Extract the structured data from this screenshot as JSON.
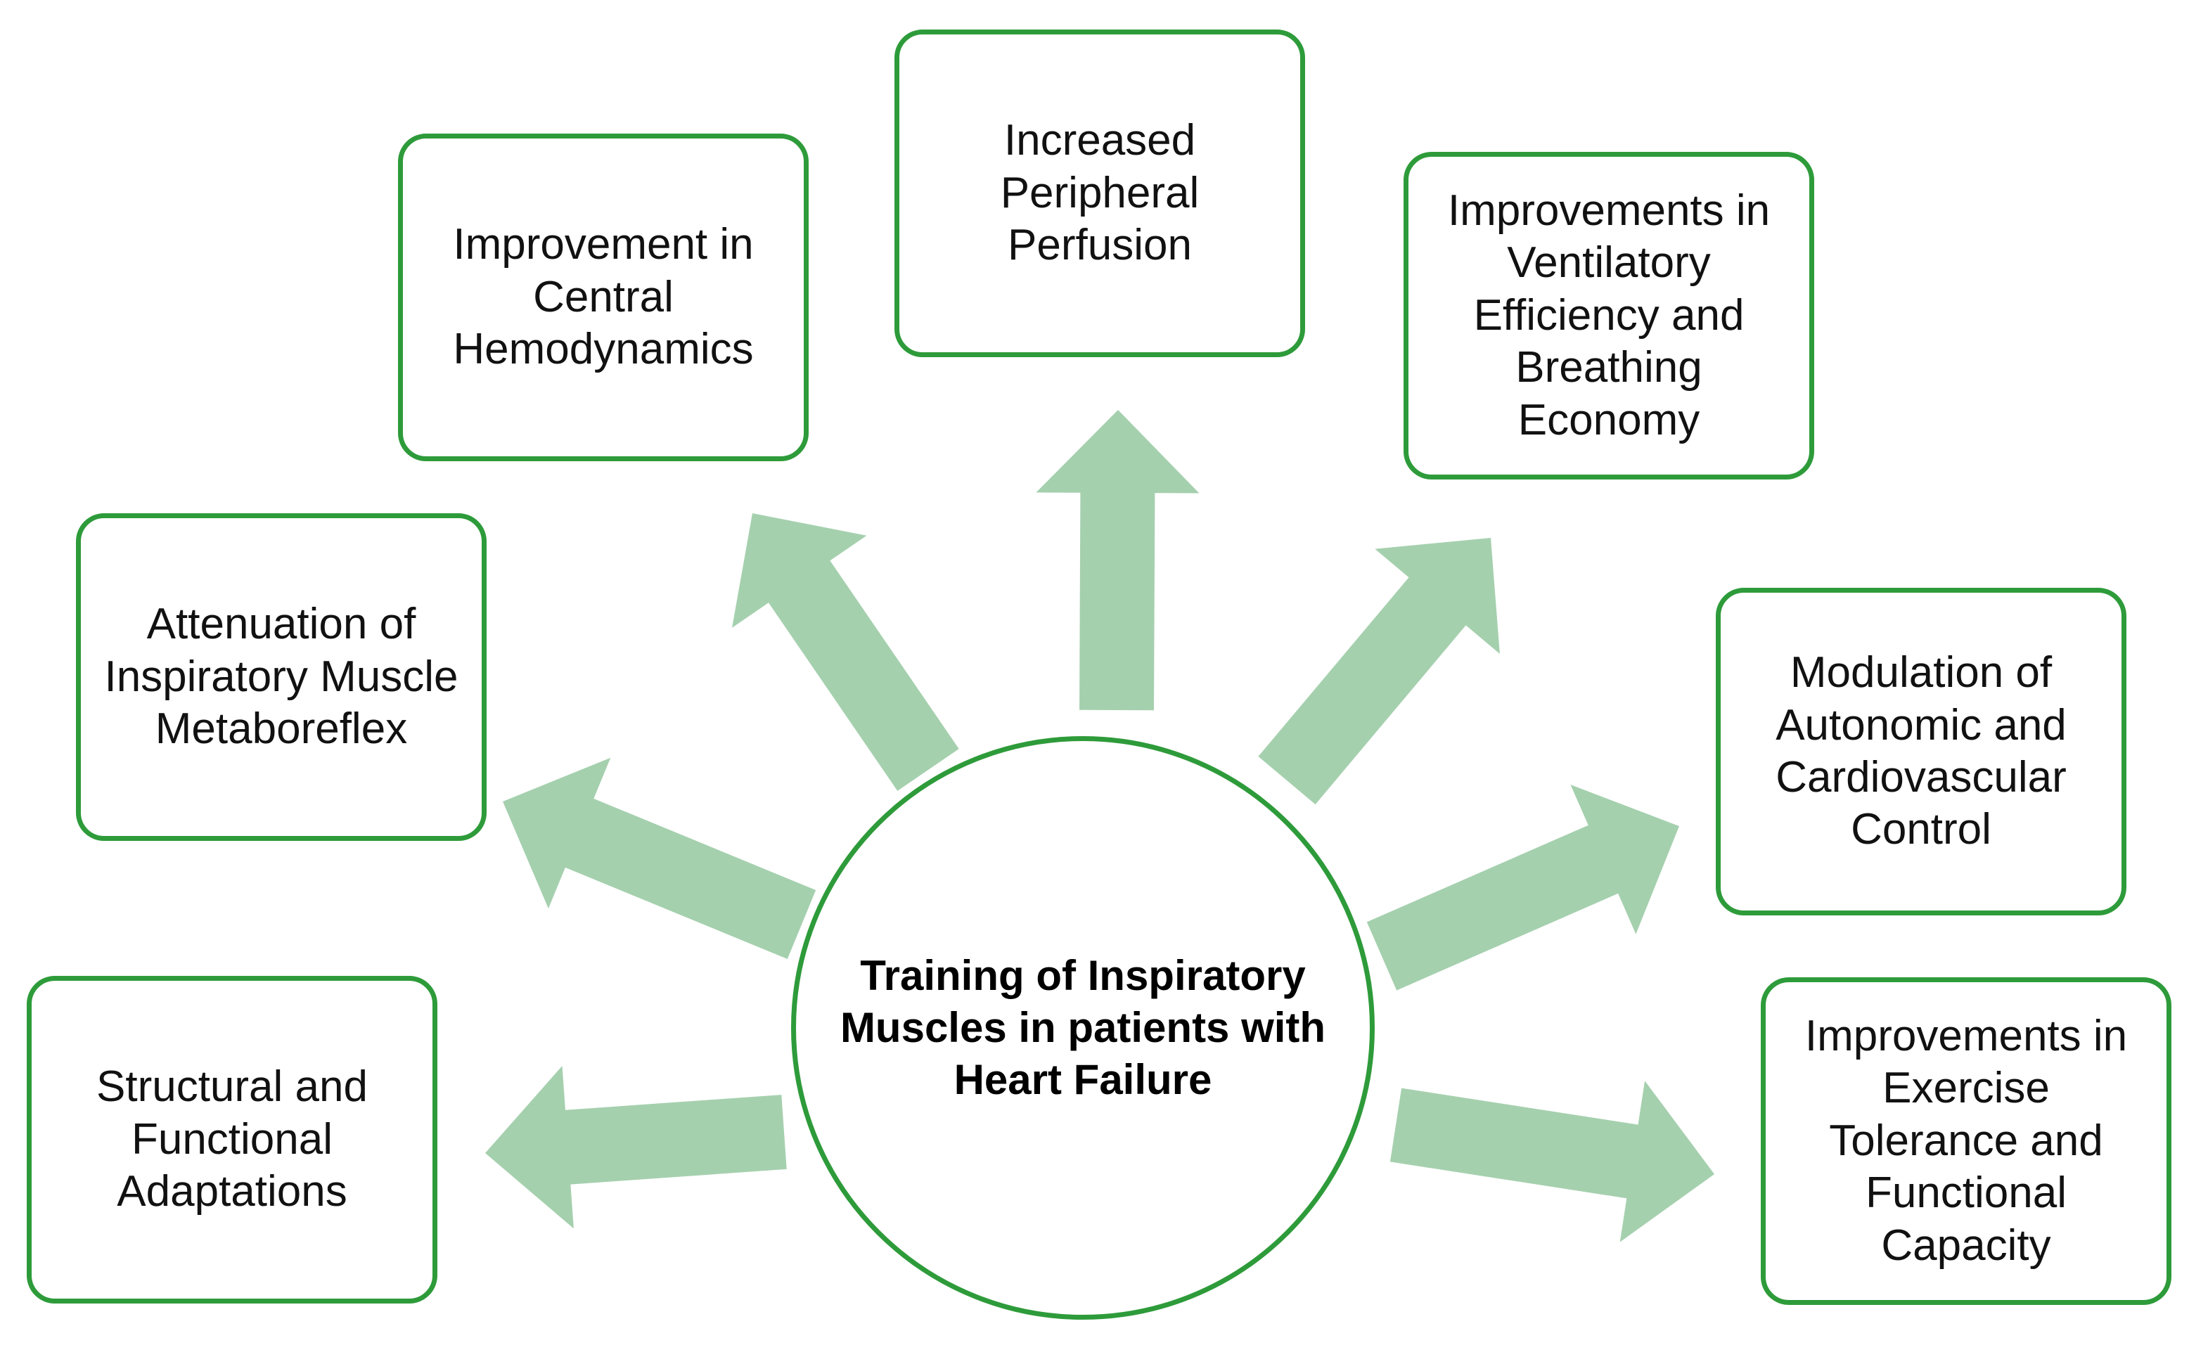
{
  "colors": {
    "border": "#2e9b3a",
    "arrow": "#a5d0ae",
    "text": "#111111",
    "background": "#ffffff"
  },
  "center": {
    "label": "Training of Inspiratory Muscles in patients with Heart Failure"
  },
  "nodes": [
    {
      "id": "structural-adaptations",
      "label": "Structural and Functional Adaptations"
    },
    {
      "id": "metaboreflex-attenuation",
      "label": "Attenuation of Inspiratory Muscle Metaboreflex"
    },
    {
      "id": "central-hemodynamics",
      "label": "Improvement in Central Hemodynamics"
    },
    {
      "id": "peripheral-perfusion",
      "label": "Increased Peripheral Perfusion"
    },
    {
      "id": "ventilatory-efficiency",
      "label": "Improvements in Ventilatory Efficiency and Breathing Economy"
    },
    {
      "id": "autonomic-modulation",
      "label": "Modulation of Autonomic and Cardiovascular Control"
    },
    {
      "id": "exercise-tolerance",
      "label": "Improvements in Exercise Tolerance and Functional Capacity"
    }
  ]
}
